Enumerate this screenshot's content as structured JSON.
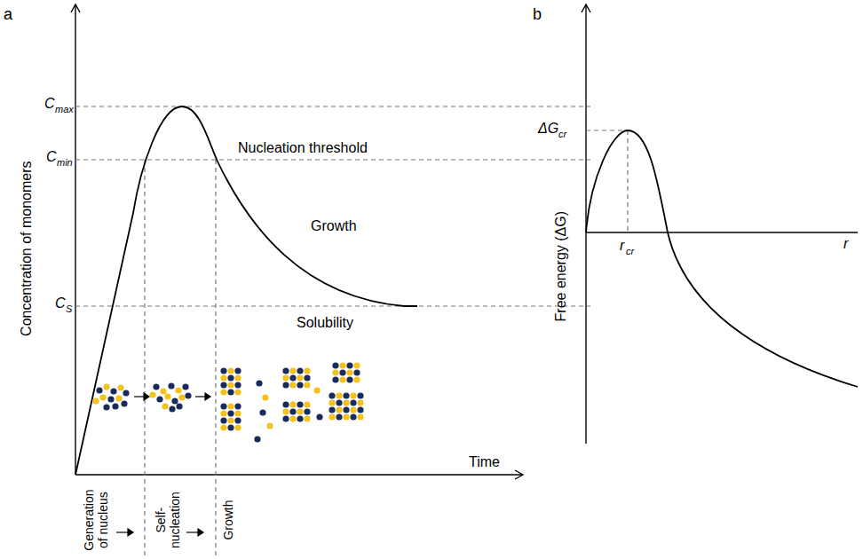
{
  "diagram": {
    "labels": [
      "a",
      "b",
      "C",
      "max",
      "C",
      "min",
      "C",
      "S",
      "Nucleation threshold",
      "Growth",
      "Solubility",
      "Concentration of monomers",
      "Time",
      "Generation of nucleus",
      "Self- nucleation",
      "Growth",
      "ΔG",
      "cr",
      "r",
      "cr",
      "r",
      "Free energy (ΔG)"
    ]
  }
}
